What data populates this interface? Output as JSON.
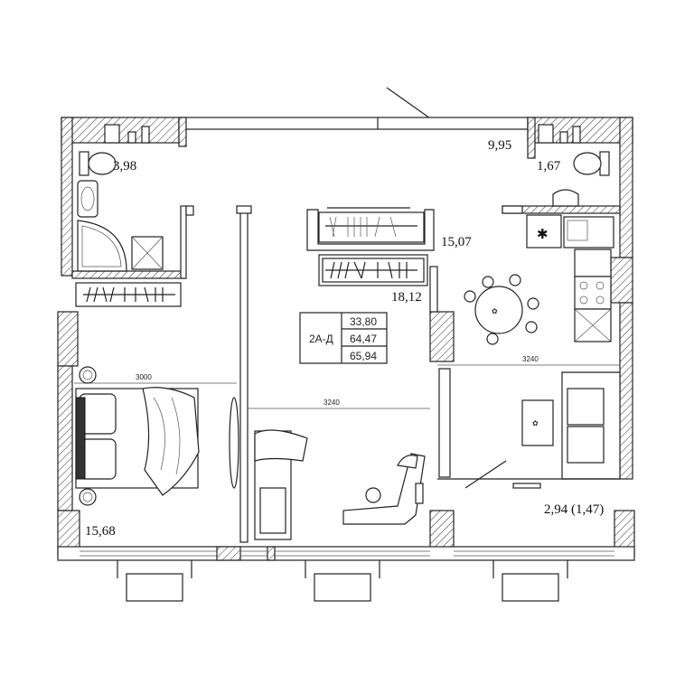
{
  "plan": {
    "apartment_type": "2А-Д",
    "areas_table": [
      "33,80",
      "64,47",
      "65,94"
    ],
    "rooms": {
      "bathroom": "3,98",
      "hallway": "9,95",
      "toilet": "1,67",
      "living_room": "15,07",
      "kitchen": "18,12",
      "bedroom": "15,68",
      "balcony": "2,94 (1,47)"
    },
    "dimensions": {
      "bedroom_width": "3000",
      "living_width": "3240",
      "kitchen_width": "3240"
    }
  }
}
